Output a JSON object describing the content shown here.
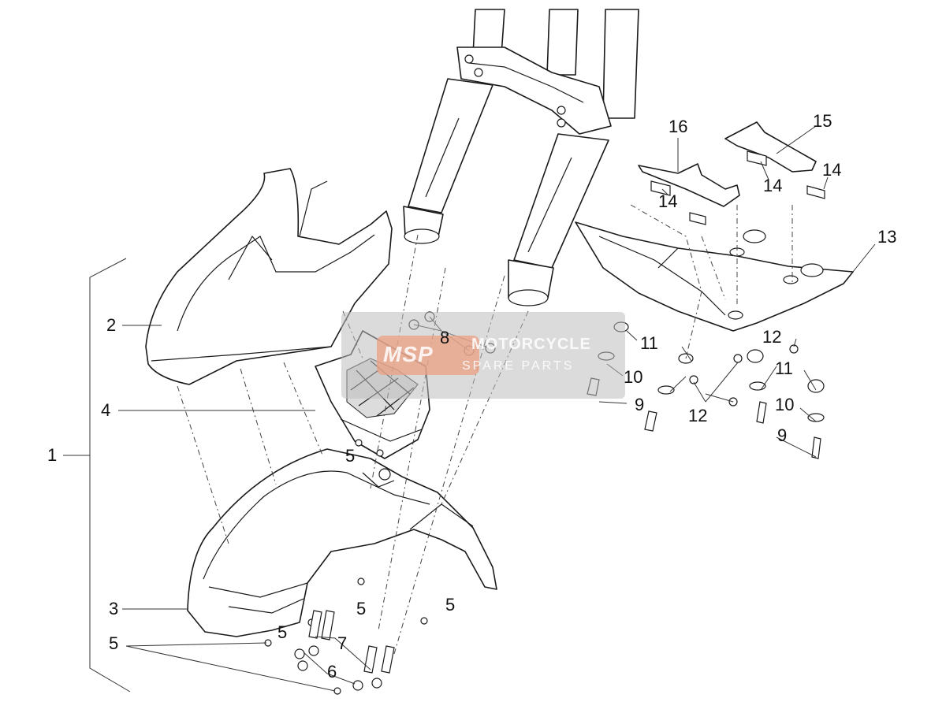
{
  "diagram": {
    "callouts": [
      "1",
      "2",
      "3",
      "4",
      "5",
      "5",
      "5",
      "5",
      "5",
      "6",
      "7",
      "8",
      "9",
      "9",
      "10",
      "10",
      "11",
      "11",
      "12",
      "12",
      "13",
      "14",
      "14",
      "14",
      "15",
      "16"
    ]
  },
  "watermark": {
    "logo": "MSP",
    "line1": "MOTORCYCLE",
    "line2": "SPARE PARTS"
  }
}
